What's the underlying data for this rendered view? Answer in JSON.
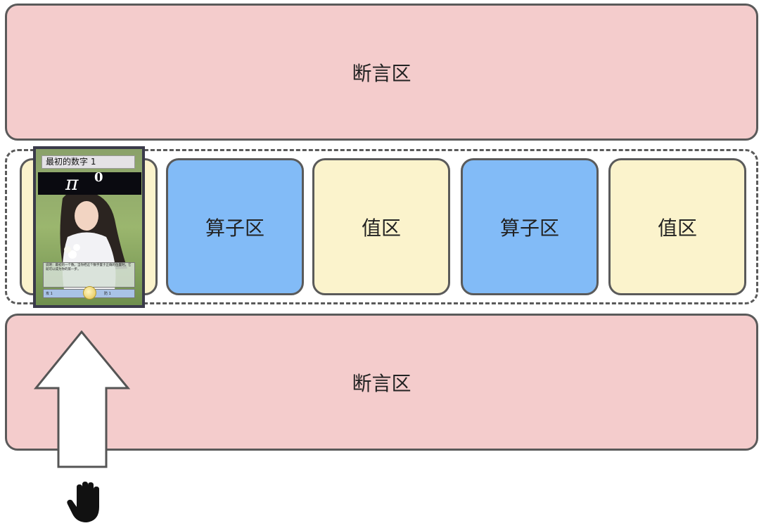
{
  "zones": {
    "top_assert": "断言区",
    "bottom_assert": "断言区",
    "slots": [
      {
        "label": "",
        "kind": "value"
      },
      {
        "label": "算子区",
        "kind": "operator"
      },
      {
        "label": "值区",
        "kind": "value"
      },
      {
        "label": "算子区",
        "kind": "operator"
      },
      {
        "label": "值区",
        "kind": "value"
      }
    ]
  },
  "card": {
    "title": "最初的数字 1",
    "symbol": "π",
    "superscript": "0",
    "desc": "说明：最初的一个数。当你把这个数字置于正确的位置时，它就可以成为你的第一步。",
    "stat_left": "攻 1",
    "stat_right": "防 1"
  },
  "colors": {
    "assert_fill": "#f4cccc",
    "value_fill": "#fbf3cc",
    "operator_fill": "#82bbf7",
    "border": "#5a5a5a"
  },
  "icons": {
    "arrow": "up-arrow-icon",
    "hand": "hand-icon"
  }
}
